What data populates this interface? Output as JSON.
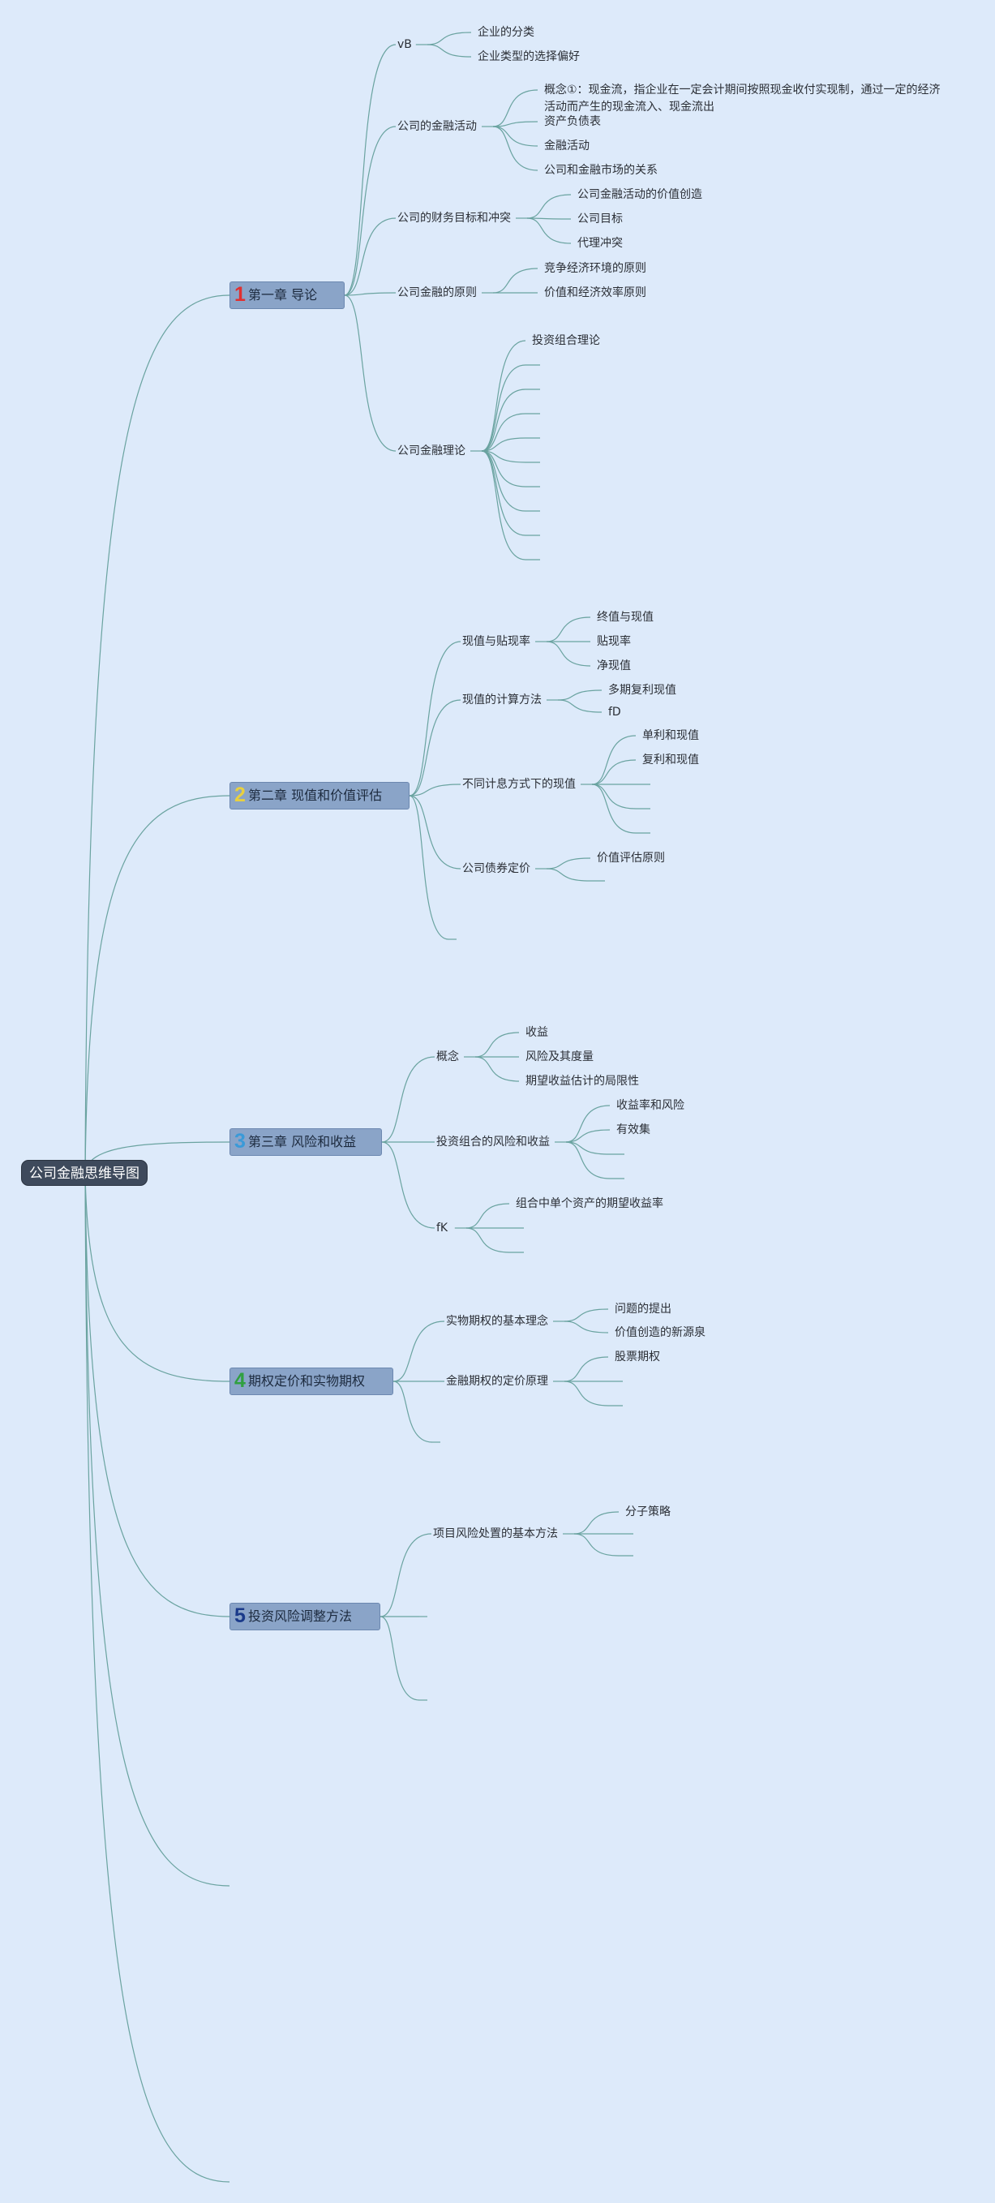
{
  "root": "公司金融思维导图",
  "chapters": [
    {
      "num": "1",
      "num_color": "#e03030",
      "label": "第一章 导论",
      "topics": [
        {
          "label": "vB",
          "items": [
            "企业的分类",
            "企业类型的选择偏好"
          ]
        },
        {
          "label": "公司的金融活动",
          "items": [
            "概念①：现金流，指企业在一定会计期间按照现金收付实现制，通过一定的经济活动而产生的现金流入、现金流出",
            "资产负债表",
            "金融活动",
            "公司和金融市场的关系"
          ]
        },
        {
          "label": "公司的财务目标和冲突",
          "items": [
            "公司金融活动的价值创造",
            "公司目标",
            "代理冲突"
          ]
        },
        {
          "label": "公司金融的原则",
          "items": [
            "竞争经济环境的原则",
            "价值和经济效率原则"
          ]
        },
        {
          "label": "公司金融理论",
          "items": [
            "投资组合理论",
            "",
            "",
            "",
            "",
            "",
            "",
            "",
            "",
            ""
          ]
        }
      ]
    },
    {
      "num": "2",
      "num_color": "#e8d040",
      "label": "第二章 现值和价值评估",
      "topics": [
        {
          "label": "现值与贴现率",
          "items": [
            "终值与现值",
            "贴现率",
            "净现值"
          ]
        },
        {
          "label": "现值的计算方法",
          "items": [
            "多期复利现值",
            "fD"
          ]
        },
        {
          "label": "不同计息方式下的现值",
          "items": [
            "单利和现值",
            "复利和现值",
            "",
            "",
            ""
          ]
        },
        {
          "label": "公司债券定价",
          "items": [
            "价值评估原则",
            ""
          ]
        },
        {
          "label": "",
          "items": []
        }
      ]
    },
    {
      "num": "3",
      "num_color": "#3a9ad8",
      "label": "第三章 风险和收益",
      "topics": [
        {
          "label": "概念",
          "items": [
            "收益",
            "风险及其度量",
            "期望收益估计的局限性"
          ]
        },
        {
          "label": "投资组合的风险和收益",
          "items": [
            "收益率和风险",
            "有效集",
            "",
            ""
          ]
        },
        {
          "label": "fK",
          "items": [
            "组合中单个资产的期望收益率",
            "",
            ""
          ]
        }
      ]
    },
    {
      "num": "4",
      "num_color": "#30a040",
      "label": "期权定价和实物期权",
      "topics": [
        {
          "label": "实物期权的基本理念",
          "items": [
            "问题的提出",
            "价值创造的新源泉"
          ]
        },
        {
          "label": "金融期权的定价原理",
          "items": [
            "股票期权",
            "",
            ""
          ]
        },
        {
          "label": "",
          "items": []
        }
      ]
    },
    {
      "num": "5",
      "num_color": "#1a3a8a",
      "label": "投资风险调整方法",
      "topics": [
        {
          "label": "项目风险处置的基本方法",
          "items": [
            "分子策略",
            "",
            ""
          ]
        },
        {
          "label": "",
          "items": []
        },
        {
          "label": "",
          "items": []
        }
      ]
    }
  ],
  "colors": {
    "background": "#ddeafa",
    "line": "#6aa3a0",
    "chapter_fill": "#8aa4c8",
    "root_fill": "#3e4a5c"
  }
}
